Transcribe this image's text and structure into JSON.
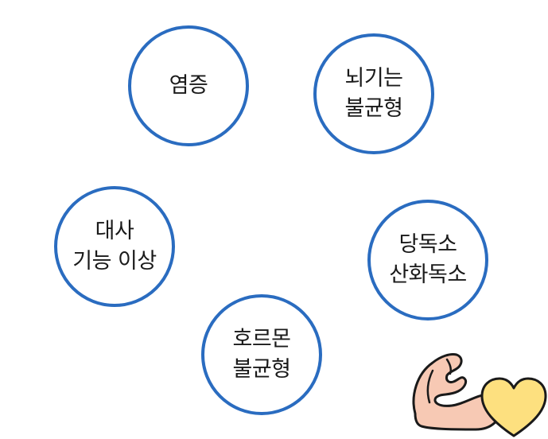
{
  "diagram": {
    "nodes": [
      {
        "id": "inflammation",
        "label": "염증"
      },
      {
        "id": "brain",
        "label": "뇌기는\n불균형"
      },
      {
        "id": "metabolic",
        "label": "대사\n기능 이상"
      },
      {
        "id": "toxicity",
        "label": "당독소\n산화독소"
      },
      {
        "id": "hormone",
        "label": "호르몬\n불균형"
      }
    ],
    "icon": "flexed-arm-heart-icon",
    "colors": {
      "circle_border": "#2a6cc0",
      "arm_fill": "#f7c9b4",
      "heart_fill": "#fde07f",
      "outline": "#1a1a1a"
    }
  }
}
